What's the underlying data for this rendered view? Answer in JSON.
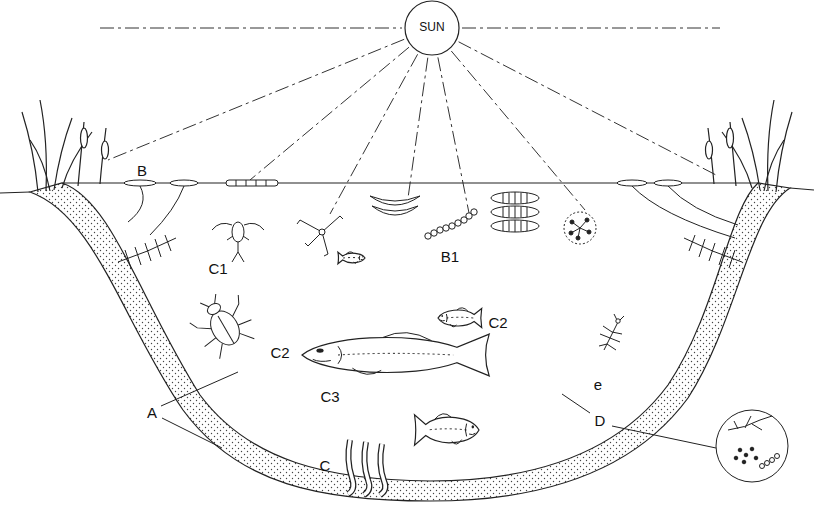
{
  "diagram": {
    "nodes": [
      {
        "text": [
          "SUN"
        ]
      }
    ],
    "labels": [
      "B",
      "C1",
      "B1",
      "C2",
      "C2",
      "C3",
      "e",
      "A",
      "D",
      "C"
    ]
  }
}
